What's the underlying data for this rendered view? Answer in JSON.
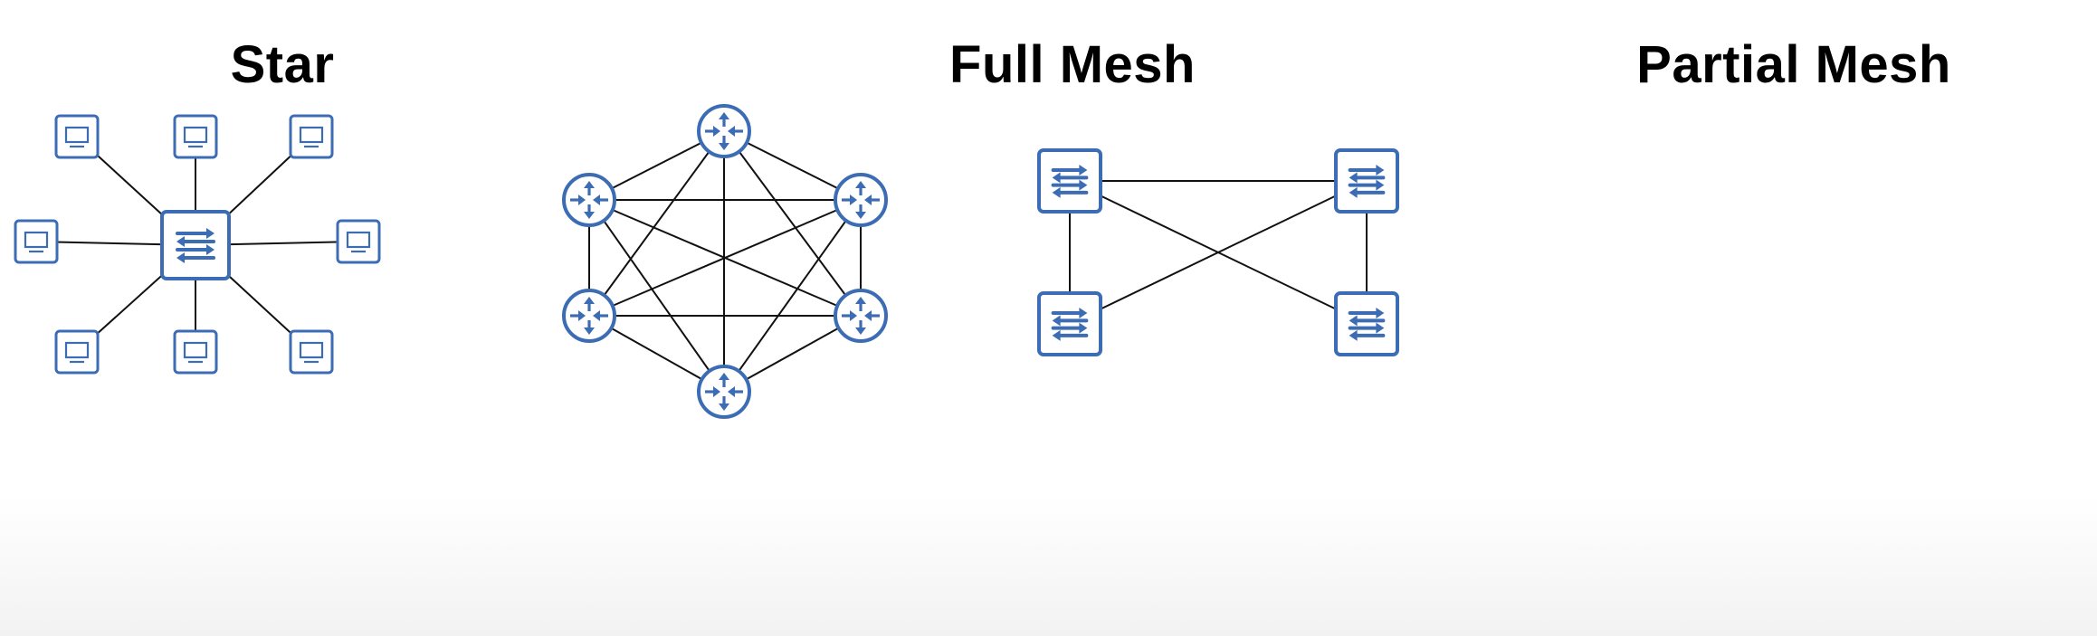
{
  "titles": {
    "star": "Star",
    "full_mesh": "Full Mesh",
    "partial_mesh": "Partial Mesh"
  },
  "colors": {
    "device_blue": "#3C6DB4",
    "device_fill": "#FFFFFF",
    "link": "#111111",
    "title": "#000000"
  },
  "icons": {
    "pc": "computer-monitor-icon",
    "switch": "switch-arrows-icon",
    "router": "router-arrows-icon"
  },
  "diagrams": [
    {
      "id": "star",
      "nodes": [
        "switch-center",
        "pc-1",
        "pc-2",
        "pc-3",
        "pc-4",
        "pc-5",
        "pc-6",
        "pc-7",
        "pc-8"
      ],
      "links": [
        [
          "switch-center",
          "pc-1"
        ],
        [
          "switch-center",
          "pc-2"
        ],
        [
          "switch-center",
          "pc-3"
        ],
        [
          "switch-center",
          "pc-4"
        ],
        [
          "switch-center",
          "pc-5"
        ],
        [
          "switch-center",
          "pc-6"
        ],
        [
          "switch-center",
          "pc-7"
        ],
        [
          "switch-center",
          "pc-8"
        ]
      ]
    },
    {
      "id": "full-mesh",
      "nodes": [
        "router-top",
        "router-upper-left",
        "router-upper-right",
        "router-lower-left",
        "router-lower-right",
        "router-bottom"
      ],
      "links": "all-pairs"
    },
    {
      "id": "partial-mesh",
      "nodes": [
        "switch-top-left",
        "switch-top-right",
        "switch-bottom-left",
        "switch-bottom-right"
      ],
      "links": [
        [
          "switch-top-left",
          "switch-top-right"
        ],
        [
          "switch-top-left",
          "switch-bottom-left"
        ],
        [
          "switch-top-left",
          "switch-bottom-right"
        ],
        [
          "switch-top-right",
          "switch-bottom-left"
        ],
        [
          "switch-top-right",
          "switch-bottom-right"
        ]
      ]
    }
  ]
}
